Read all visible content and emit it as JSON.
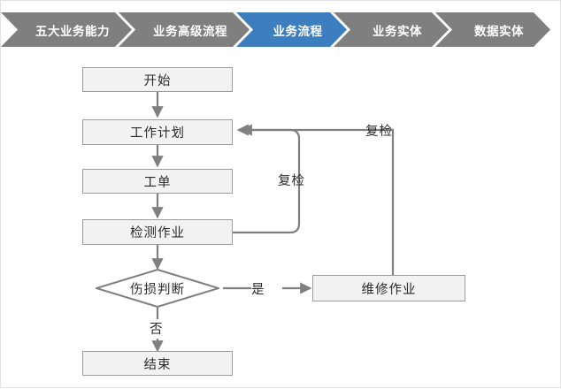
{
  "header": {
    "steps": [
      {
        "label": "五大业务能力",
        "active": false
      },
      {
        "label": "业务高级流程",
        "active": false
      },
      {
        "label": "业务流程",
        "active": true
      },
      {
        "label": "业务实体",
        "active": false
      },
      {
        "label": "数据实体",
        "active": false
      }
    ],
    "active_color": "#3d7ebf",
    "inactive_color": "#7f7f7f",
    "text_color": "#ffffff"
  },
  "flowchart": {
    "node_fill": "#f2f2f2",
    "node_border": "#9d9d9d",
    "connector_color": "#808080",
    "nodes": {
      "start": "开始",
      "work_plan": "工作计划",
      "work_order": "工单",
      "inspection": "检测作业",
      "decision": "伤损判断",
      "maintenance": "维修作业",
      "end": "结束"
    },
    "edge_labels": {
      "yes": "是",
      "no": "否",
      "recheck_inner": "复检",
      "recheck_outer": "复检"
    }
  }
}
